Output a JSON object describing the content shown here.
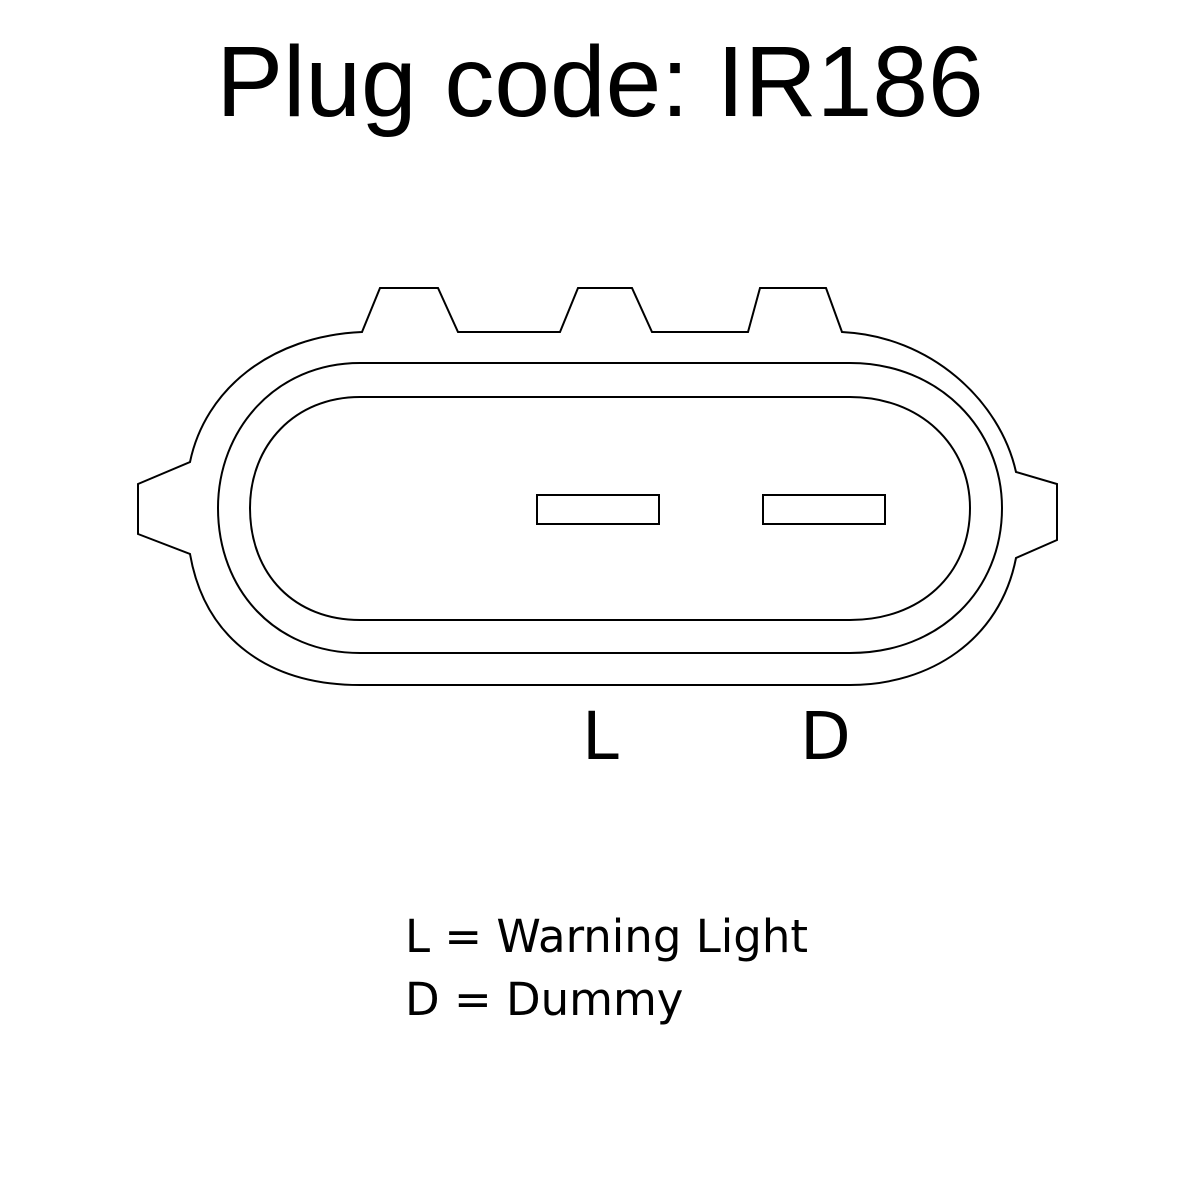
{
  "title": "Plug code: IR186",
  "pins": [
    {
      "label": "L"
    },
    {
      "label": "D"
    }
  ],
  "legend": [
    "L = Warning Light",
    "D = Dummy"
  ]
}
